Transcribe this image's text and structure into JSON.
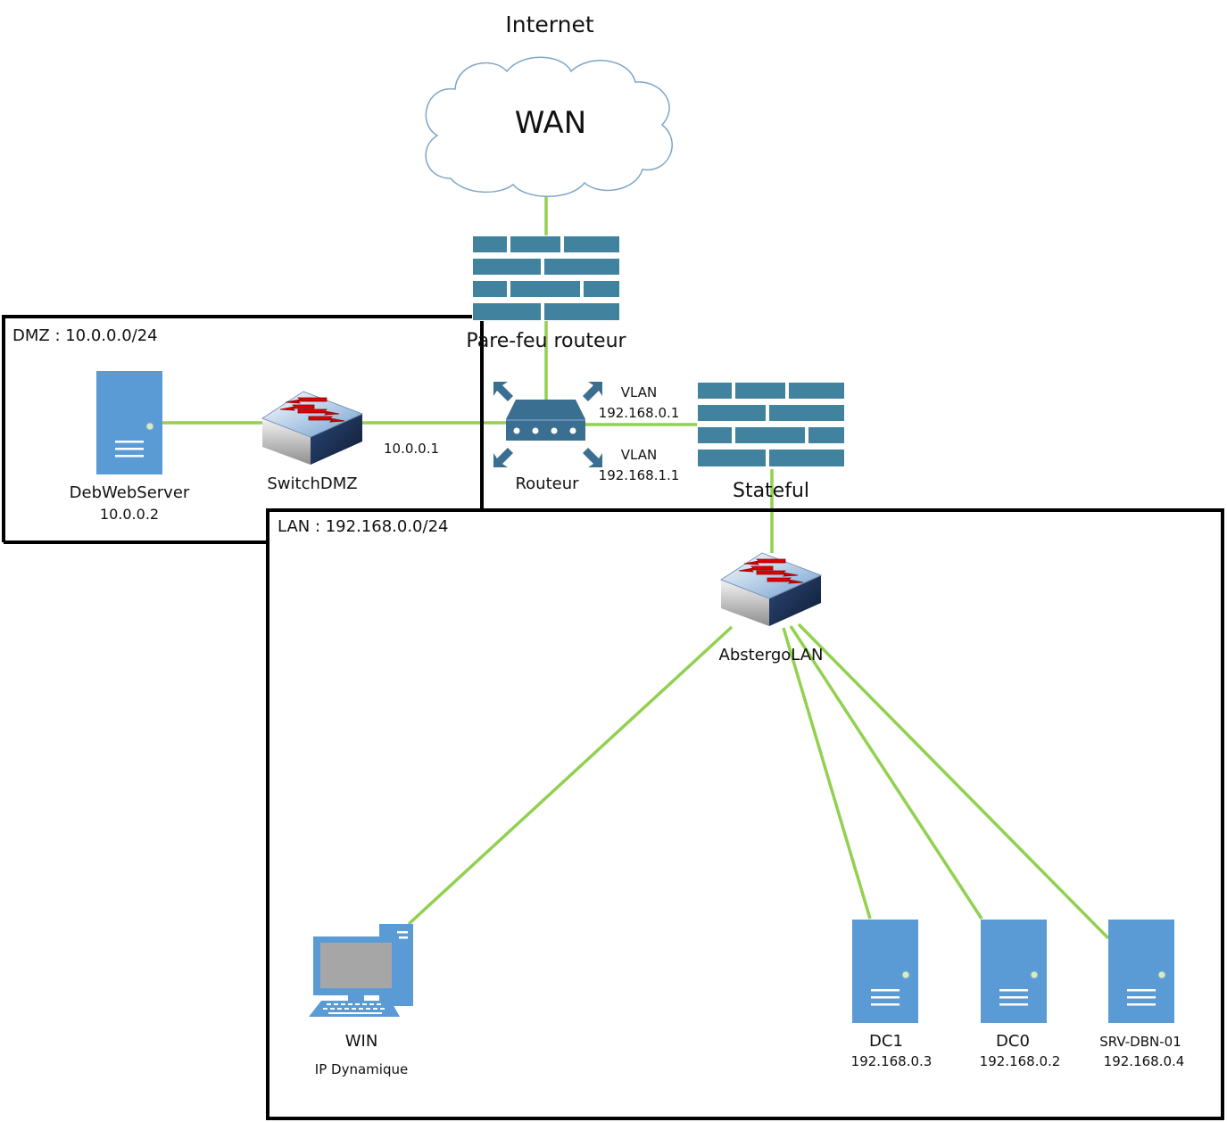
{
  "colors": {
    "link": "#92d050",
    "device_blue": "#5b9bd5",
    "firewall_blue": "#41829e",
    "router_blue": "#3b6f92",
    "zone_border": "#000000",
    "arrow_red": "#e00000"
  },
  "cloud": {
    "title": "Internet",
    "label": "WAN"
  },
  "zones": {
    "dmz": {
      "label": "DMZ : 10.0.0.0/24"
    },
    "lan": {
      "label": "LAN : 192.168.0.0/24"
    }
  },
  "devices": {
    "edge_firewall": {
      "name": "Pare-feu routeur",
      "icon": "firewall-icon"
    },
    "router": {
      "name": "Routeur",
      "icon": "router-icon",
      "dmz_ip": "10.0.0.1",
      "vlan1_label": "VLAN",
      "vlan1_ip": "192.168.0.1",
      "vlan2_label": "VLAN",
      "vlan2_ip": "192.168.1.1"
    },
    "stateful_firewall": {
      "name": "Stateful",
      "icon": "firewall-icon"
    },
    "switch_dmz": {
      "name": "SwitchDMZ",
      "icon": "switch-icon"
    },
    "web_server": {
      "name": "DebWebServer",
      "ip": "10.0.0.2",
      "icon": "server-icon"
    },
    "switch_lan": {
      "name": "AbstergoLAN",
      "icon": "switch-icon"
    },
    "win": {
      "name": "WIN",
      "ip": "IP Dynamique",
      "icon": "workstation-icon"
    },
    "dc1": {
      "name": "DC1",
      "ip": "192.168.0.3",
      "icon": "server-icon"
    },
    "dc0": {
      "name": "DC0",
      "ip": "192.168.0.2",
      "icon": "server-icon"
    },
    "srv_dbn": {
      "name": "SRV-DBN-01",
      "ip": "192.168.0.4",
      "icon": "server-icon"
    }
  }
}
